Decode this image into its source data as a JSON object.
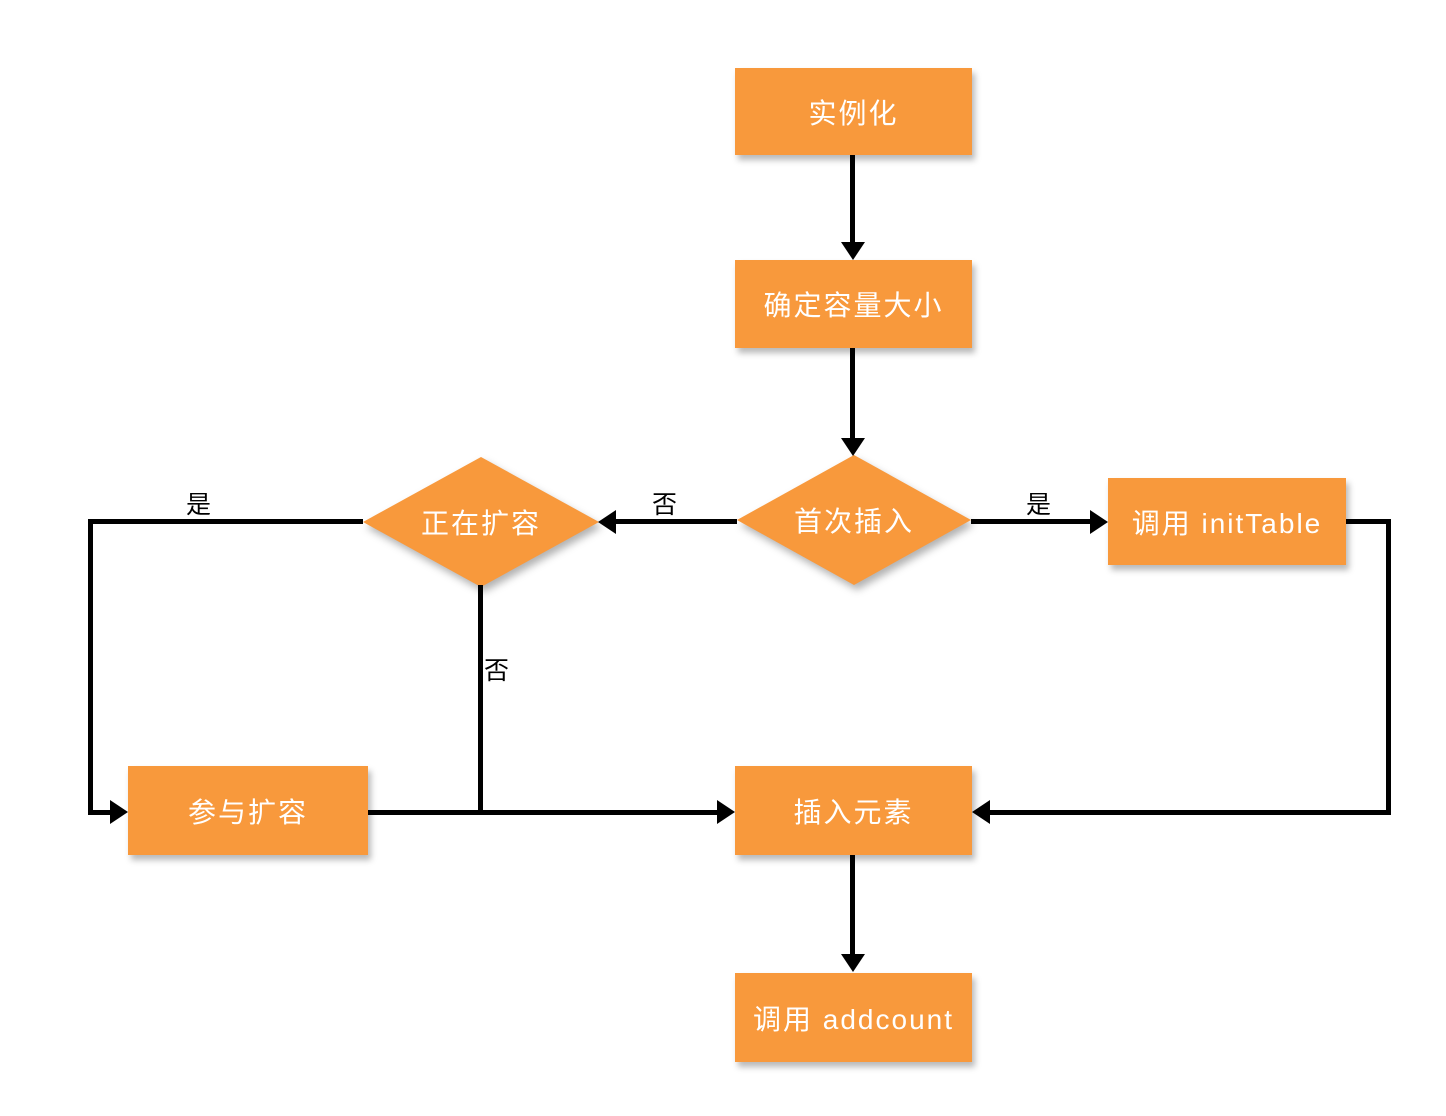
{
  "diagram": {
    "type": "flowchart",
    "nodes": {
      "instantiate": {
        "label": "实例化",
        "shape": "rect"
      },
      "determine_capacity": {
        "label": "确定容量大小",
        "shape": "rect"
      },
      "first_insert": {
        "label": "首次插入",
        "shape": "diamond"
      },
      "is_expanding": {
        "label": "正在扩容",
        "shape": "diamond"
      },
      "call_inittable": {
        "label": "调用 initTable",
        "shape": "rect"
      },
      "participate_expansion": {
        "label": "参与扩容",
        "shape": "rect"
      },
      "insert_element": {
        "label": "插入元素",
        "shape": "rect"
      },
      "call_addcount": {
        "label": "调用 addcount",
        "shape": "rect"
      }
    },
    "edges": [
      {
        "from": "instantiate",
        "to": "determine_capacity",
        "label": ""
      },
      {
        "from": "determine_capacity",
        "to": "first_insert",
        "label": ""
      },
      {
        "from": "first_insert",
        "to": "call_inittable",
        "label": "是"
      },
      {
        "from": "first_insert",
        "to": "is_expanding",
        "label": "否"
      },
      {
        "from": "is_expanding",
        "to": "participate_expansion",
        "label": "是"
      },
      {
        "from": "is_expanding",
        "to": "insert_element",
        "label": "否"
      },
      {
        "from": "participate_expansion",
        "to": "insert_element",
        "label": ""
      },
      {
        "from": "call_inittable",
        "to": "insert_element",
        "label": ""
      },
      {
        "from": "insert_element",
        "to": "call_addcount",
        "label": ""
      }
    ]
  },
  "colors": {
    "node_fill": "#F8993C",
    "node_text": "#FFFFFF",
    "connector": "#000000",
    "label_text": "#000000",
    "background": "#FFFFFF"
  }
}
